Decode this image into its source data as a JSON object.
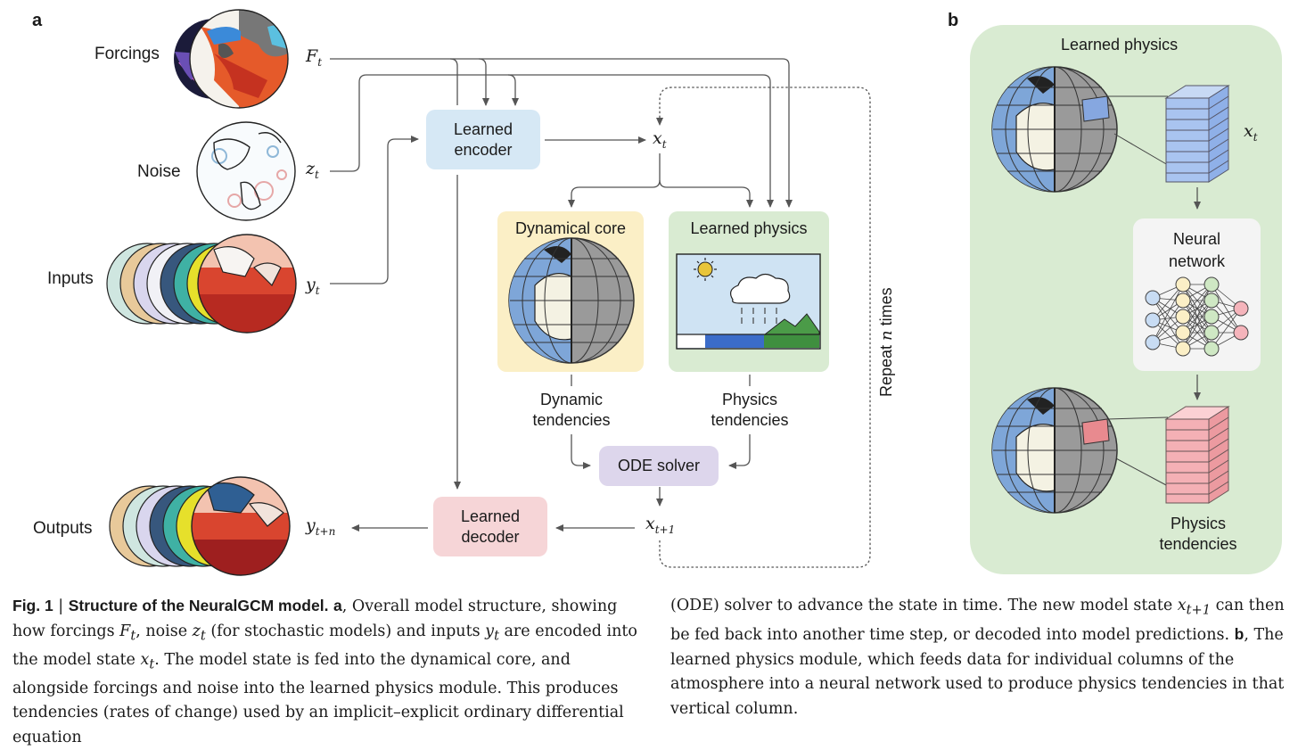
{
  "panel_a": {
    "letter": "a",
    "inputs": {
      "forcings": {
        "label": "Forcings",
        "var_main": "F",
        "var_sub": "t"
      },
      "noise": {
        "label": "Noise",
        "var_main": "z",
        "var_sub": "t"
      },
      "inputs": {
        "label": "Inputs",
        "var_main": "y",
        "var_sub": "t"
      },
      "outputs": {
        "label": "Outputs",
        "var_main": "y",
        "var_sub": "t+n"
      }
    },
    "encoder": "Learned encoder",
    "decoder": "Learned decoder",
    "state_var": {
      "main": "x",
      "sub": "t"
    },
    "next_state_var": {
      "main": "x",
      "sub": "t+1"
    },
    "dynamical_core": "Dynamical core",
    "learned_physics": "Learned physics",
    "dynamic_tendencies": "Dynamic tendencies",
    "physics_tendencies": "Physics tendencies",
    "ode_solver": "ODE solver",
    "repeat_prefix": "Repeat ",
    "repeat_var": "n",
    "repeat_suffix": " times"
  },
  "panel_b": {
    "letter": "b",
    "title": "Learned physics",
    "state_var": {
      "main": "x",
      "sub": "t"
    },
    "neural_network": "Neural network",
    "physics_tendencies": "Physics tendencies"
  },
  "colors": {
    "encoder_fill": "#d6e8f5",
    "decoder_fill": "#f6d5d7",
    "dyncore_fill": "#fbefc6",
    "physics_fill": "#d9ebd2",
    "ode_fill": "#ddd6ec",
    "panel_b_fill": "#d9ebd2",
    "nn_fill": "#f4f4f4",
    "arrow": "#555555"
  },
  "caption": {
    "fig": "Fig. 1",
    "sep": " | ",
    "title": "Structure of the NeuralGCM model.",
    "a": "a",
    "p1": "Overall model structure, showing how forcings",
    "p2": ", noise",
    "p3": "(for stochastic models) and inputs",
    "p4": "are encoded into the model state",
    "p5": ". The model state is fed into the dynamical core, and alongside forcings and noise into the learned physics module. This produces tendencies (rates of change) used by an implicit–explicit ordinary differential equation",
    "p6": "(ODE) solver to advance the state in time. The new model state",
    "p7": "can then be fed back into another time step, or decoded into model predictions.",
    "b": "b",
    "p8": "The learned physics module, which feeds data for individual columns of the atmosphere into a neural network used to produce physics tendencies in that vertical column.",
    "F": "F",
    "t": "t",
    "z": "z",
    "y": "y",
    "x": "x",
    "t1": "t+1"
  }
}
